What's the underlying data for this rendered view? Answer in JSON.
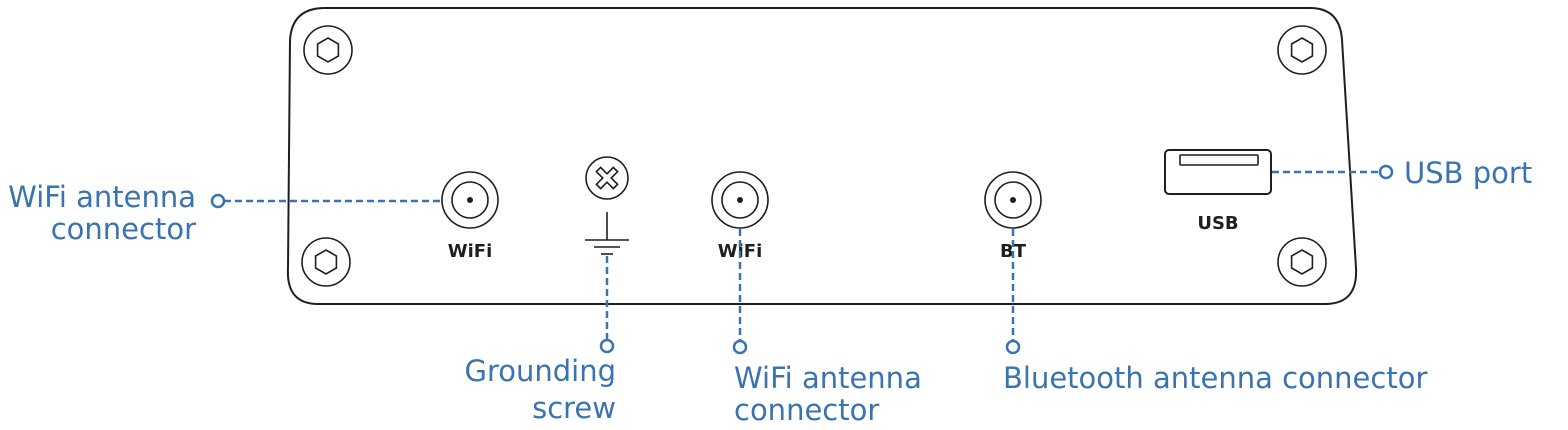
{
  "panel_labels": {
    "wifi_left": "WiFi",
    "wifi_middle": "WiFi",
    "bt": "BT",
    "usb": "USB"
  },
  "callouts": {
    "wifi_left": [
      "WiFi antenna",
      "connector"
    ],
    "grounding": [
      "Grounding",
      "screw"
    ],
    "wifi_middle": [
      "WiFi antenna",
      "connector"
    ],
    "bluetooth": [
      "Bluetooth antenna connector"
    ],
    "usb": [
      "USB port"
    ]
  },
  "colors": {
    "callout": "#3a74b0",
    "outline": "#1f1f1f"
  },
  "icons": {
    "grounding_symbol": "ground-symbol-icon",
    "screw": "phillips-screw-icon",
    "mounting_screw": "hex-screw-icon"
  }
}
